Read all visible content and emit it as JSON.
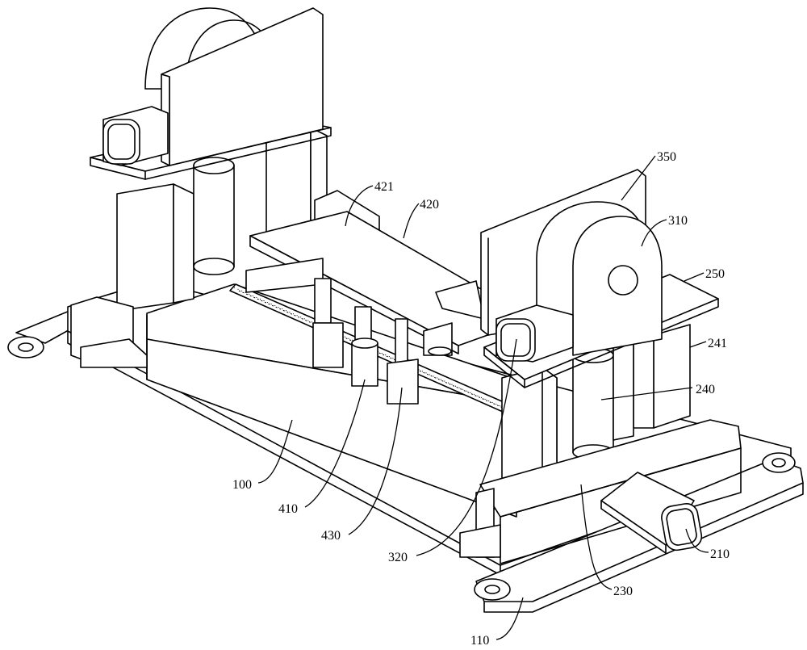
{
  "labels": [
    {
      "id": "100",
      "text": "100"
    },
    {
      "id": "110",
      "text": "110"
    },
    {
      "id": "210",
      "text": "210"
    },
    {
      "id": "230",
      "text": "230"
    },
    {
      "id": "240",
      "text": "240"
    },
    {
      "id": "241",
      "text": "241"
    },
    {
      "id": "250",
      "text": "250"
    },
    {
      "id": "310",
      "text": "310"
    },
    {
      "id": "320",
      "text": "320"
    },
    {
      "id": "350",
      "text": "350"
    },
    {
      "id": "410",
      "text": "410"
    },
    {
      "id": "420",
      "text": "420"
    },
    {
      "id": "421",
      "text": "421"
    },
    {
      "id": "430",
      "text": "430"
    }
  ]
}
